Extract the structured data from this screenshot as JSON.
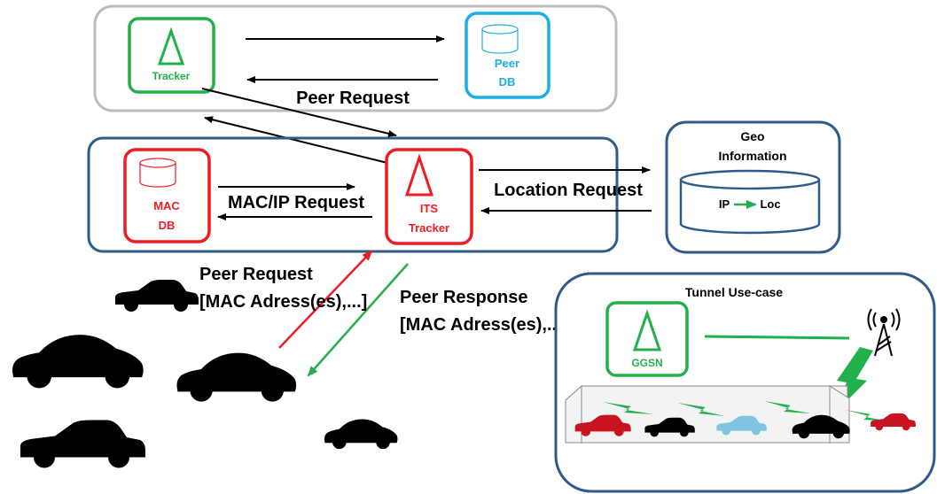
{
  "colors": {
    "green": "#22b04b",
    "blue": "#1eaee6",
    "red": "#ee1c24",
    "group_border": "#2f5b8a",
    "top_group_border": "#bcbcbc",
    "arrow": "#000000",
    "car_red": "#c8141e",
    "car_blue": "#7fc4e3",
    "tunnel_bg": "#f3f3f3"
  },
  "nodes": {
    "tracker": {
      "label": "Tracker"
    },
    "peer_db": {
      "line1": "Peer",
      "line2": "DB"
    },
    "mac_db": {
      "line1": "MAC",
      "line2": "DB"
    },
    "its_tracker": {
      "line1": "ITS",
      "line2": "Tracker"
    },
    "geo": {
      "title1": "Geo",
      "title2": "Information",
      "ip": "IP",
      "loc": "Loc"
    },
    "ggsn": {
      "label": "GGSN"
    }
  },
  "labels": {
    "peer_request_top": "Peer Request",
    "mac_ip_request": "MAC/IP Request",
    "location_request": "Location Request",
    "peer_request_1": "Peer Request",
    "peer_request_2": "[MAC Adress(es),...]",
    "peer_response_1": "Peer Response",
    "peer_response_2": "[MAC Adress(es),...]",
    "tunnel_title": "Tunnel Use-case"
  },
  "icons": {
    "tracker": "triangle-icon",
    "database": "cylinder-icon",
    "tower": "antenna-tower-icon",
    "signal": "lightning-bolt-icon",
    "vehicle": "car-icon"
  }
}
